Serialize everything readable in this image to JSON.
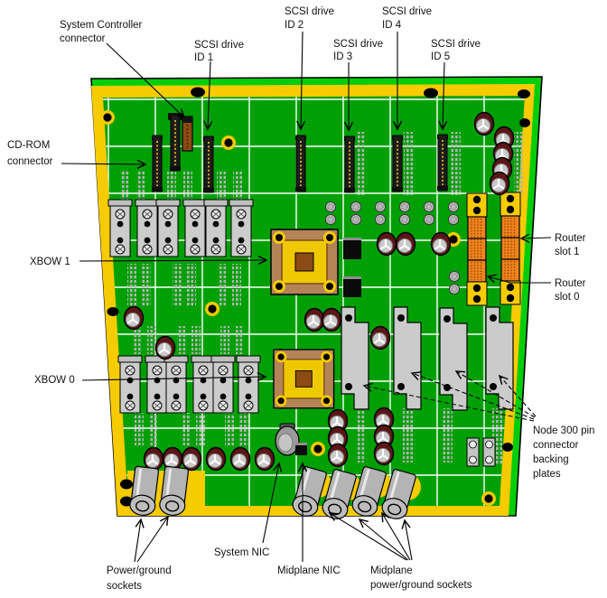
{
  "diagram": {
    "type": "hardware-midplane-callout-diagram",
    "labels": {
      "system_controller": [
        "System Controller",
        "connector"
      ],
      "scsi_id_1": [
        "SCSI drive",
        "ID 1"
      ],
      "scsi_id_2": [
        "SCSI drive",
        "ID 2"
      ],
      "scsi_id_3": [
        "SCSI drive",
        "ID 3"
      ],
      "scsi_id_4": [
        "SCSI drive",
        "ID 4"
      ],
      "scsi_id_5": [
        "SCSI drive",
        "ID 5"
      ],
      "cdrom": [
        "CD-ROM",
        "connector"
      ],
      "xbow1": "XBOW 1",
      "xbow0": "XBOW 0",
      "router_slot_1": [
        "Router",
        "slot 1"
      ],
      "router_slot_0": [
        "Router",
        "slot 0"
      ],
      "node300": [
        "Node 300 pin",
        "connector",
        "backing",
        "plates"
      ],
      "power_ground": [
        "Power/ground",
        "sockets"
      ],
      "system_nic": "System NIC",
      "midplane_nic": "Midplane NIC",
      "midplane_power_ground": [
        "Midplane",
        "power/ground sockets"
      ]
    },
    "colors": {
      "board_green": "#00A005",
      "board_bevel_green": "#00CE0A",
      "board_yellow": "#F6CB00",
      "router_orange": "#EE821C",
      "chip_tan": "#B48356",
      "chip_core_brown": "#8C4A15",
      "plate_gray": "#C9C9C9",
      "capacitor_maroon": "#5C1616"
    }
  }
}
